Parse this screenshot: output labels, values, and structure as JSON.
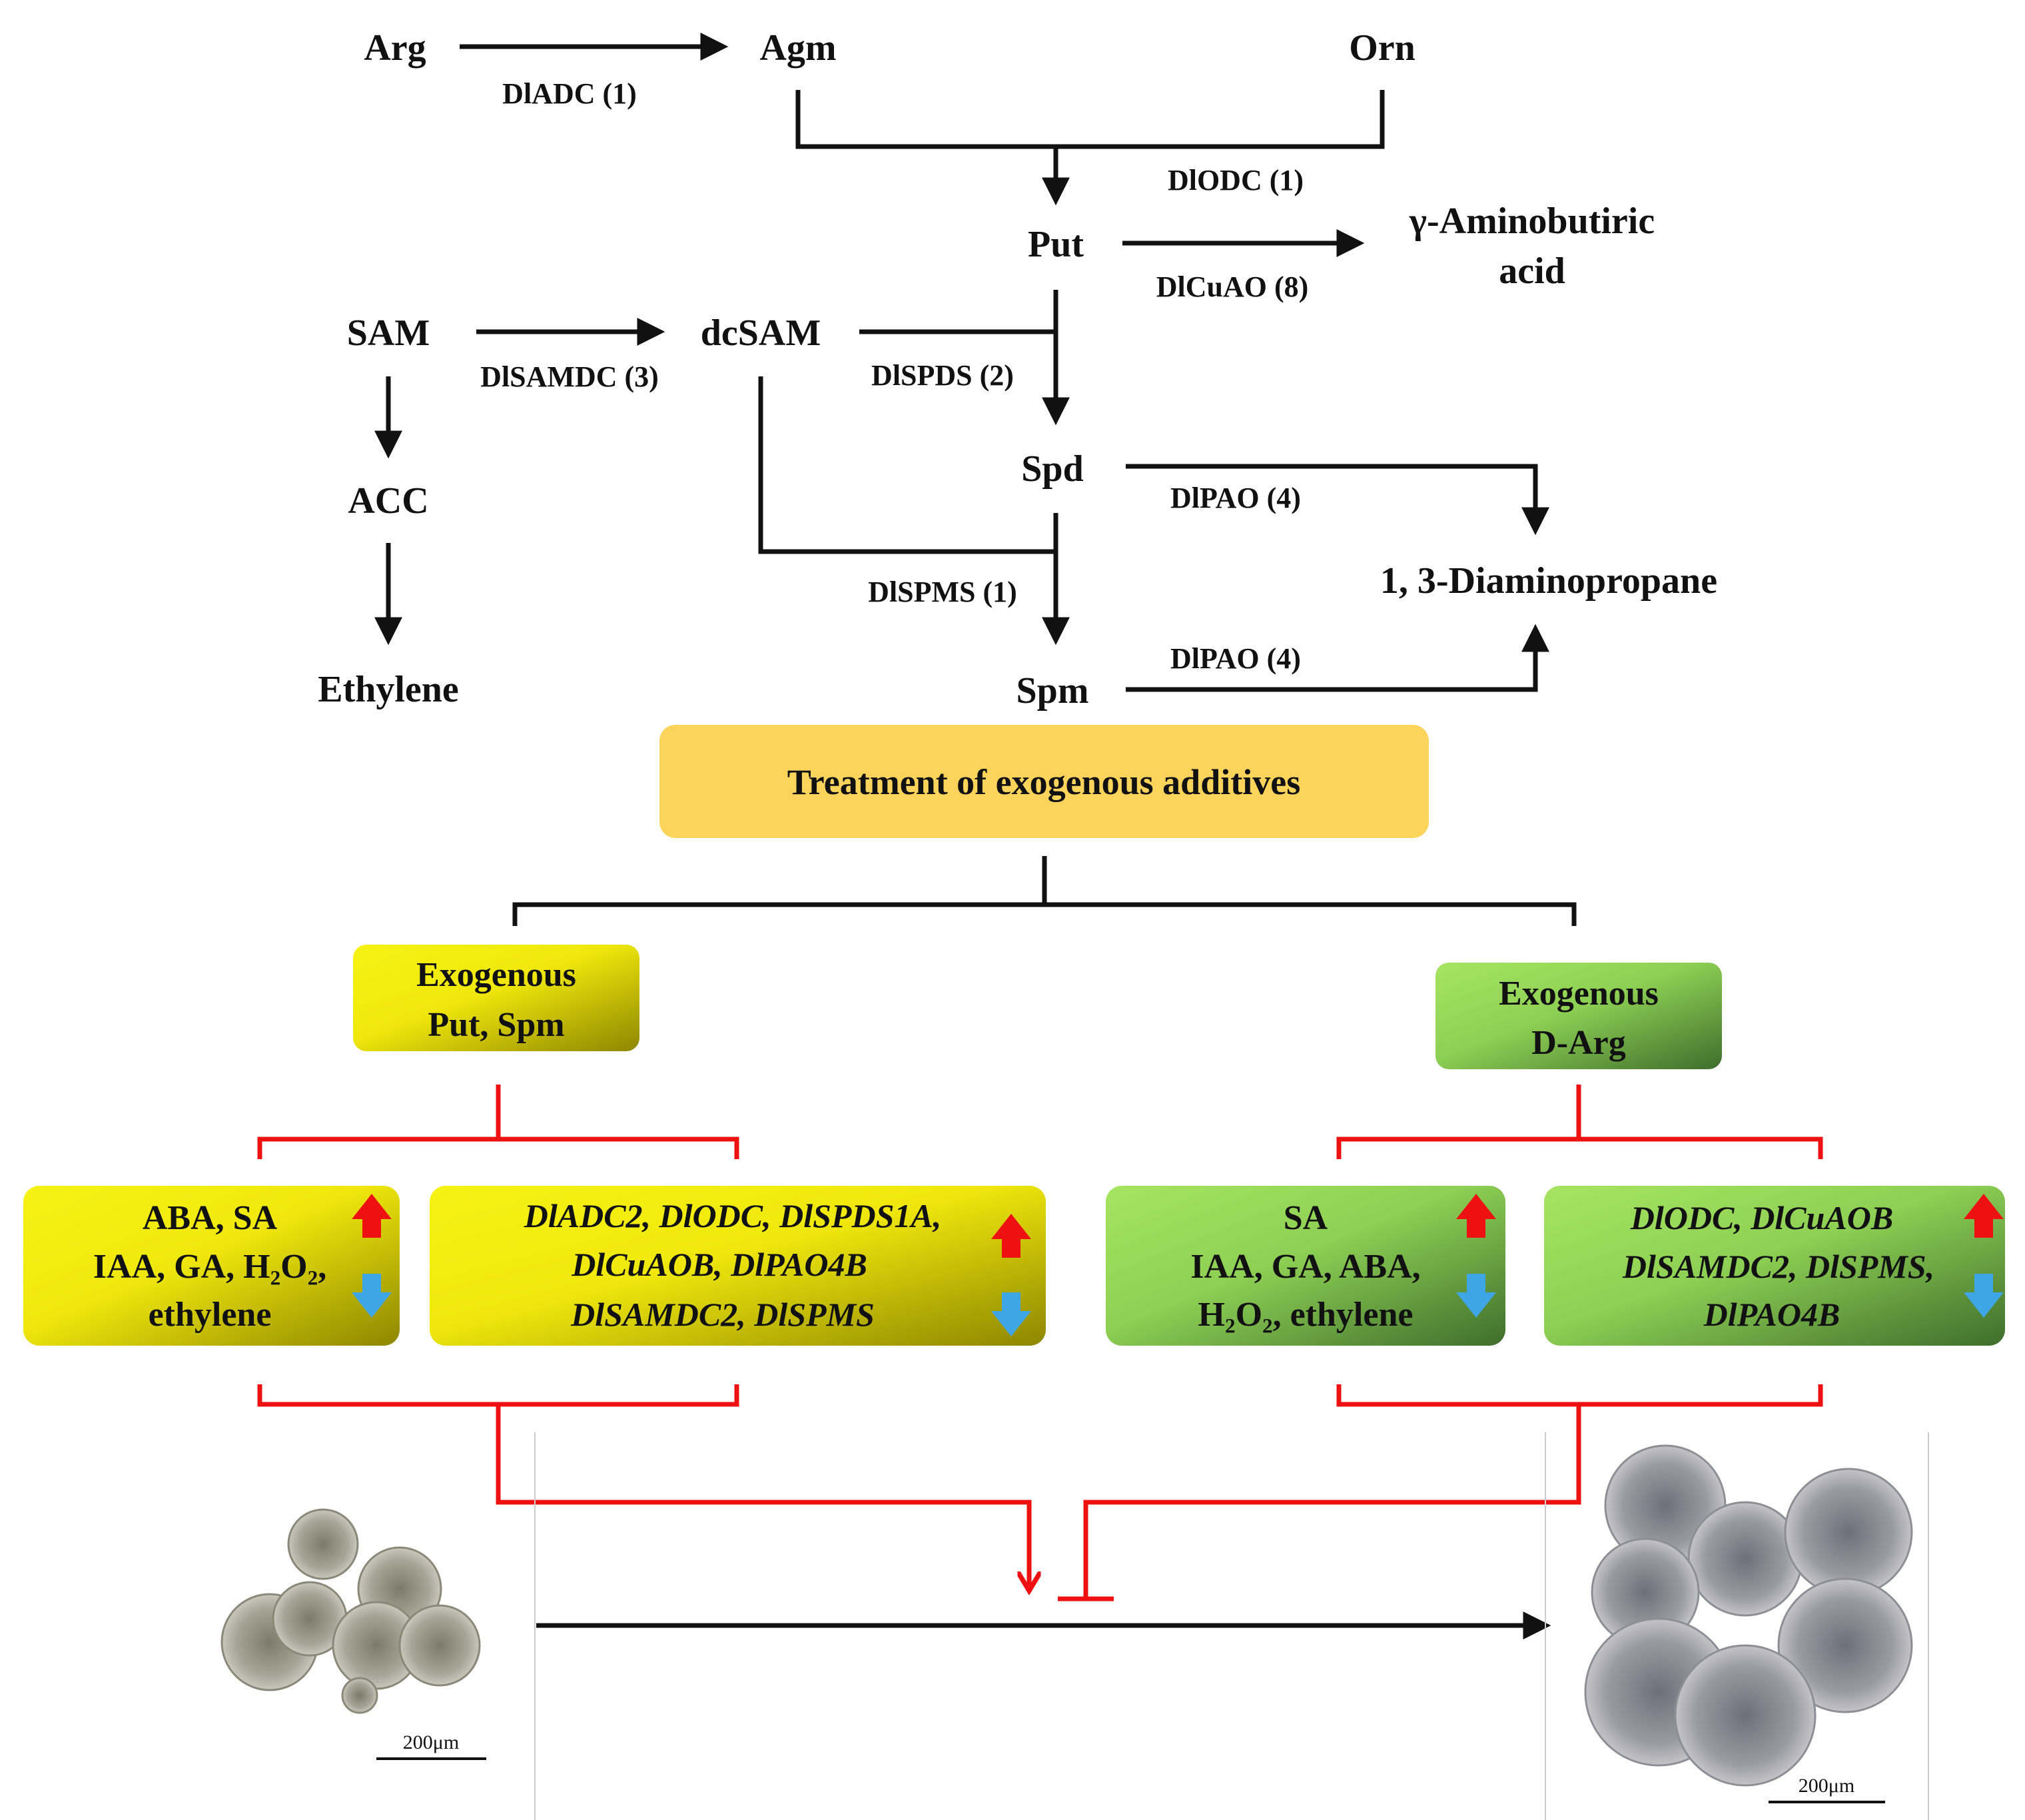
{
  "metabolites": {
    "arg": "Arg",
    "agm": "Agm",
    "orn": "Orn",
    "put": "Put",
    "gaba_line1": "γ-Aminobutiric",
    "gaba_line2": "acid",
    "sam": "SAM",
    "dcsam": "dcSAM",
    "acc": "ACC",
    "ethylene": "Ethylene",
    "spd": "Spd",
    "spm": "Spm",
    "dap": "1, 3-Diaminopropane"
  },
  "enzymes": {
    "adc": "DlADC (1)",
    "odc": "DlODC (1)",
    "cuao": "DlCuAO (8)",
    "samdc": "DlSAMDC (3)",
    "spds": "DlSPDS (2)",
    "pao_spd": "DlPAO (4)",
    "spms": "DlSPMS (1)",
    "pao_spm": "DlPAO (4)"
  },
  "treatment": {
    "title": "Treatment of exogenous additives",
    "left_line1": "Exogenous",
    "left_line2": "Put, Spm",
    "right_line1": "Exogenous",
    "right_line2": "D-Arg"
  },
  "effects": {
    "left_hormone": [
      "ABA, SA",
      "IAA, GA, H₂O₂,",
      "ethylene"
    ],
    "left_genes": [
      "DlADC2, DlODC,  DlSPDS1A,",
      "DlCuAOB, DlPAO4B",
      "DlSAMDC2, DlSPMS"
    ],
    "right_hormone": [
      "SA",
      "IAA, GA, ABA,",
      "H₂O₂, ethylene"
    ],
    "right_genes": [
      "DlODC,  DlCuAOB",
      "DlSAMDC2, DlSPMS,",
      "DlPAO4B"
    ]
  },
  "micrographs": {
    "left_scale": "200μm",
    "right_scale": "200μm"
  },
  "colors": {
    "black": "#111111",
    "red": "#ee1111",
    "orange_box": "#fcd45c",
    "yellow_start": "#f6f214",
    "yellow_end": "#8e8600",
    "green_start": "#9ee05a",
    "green_end": "#3f6e2c",
    "up_arrow": "#ee1111",
    "down_arrow": "#3fa6e6"
  }
}
